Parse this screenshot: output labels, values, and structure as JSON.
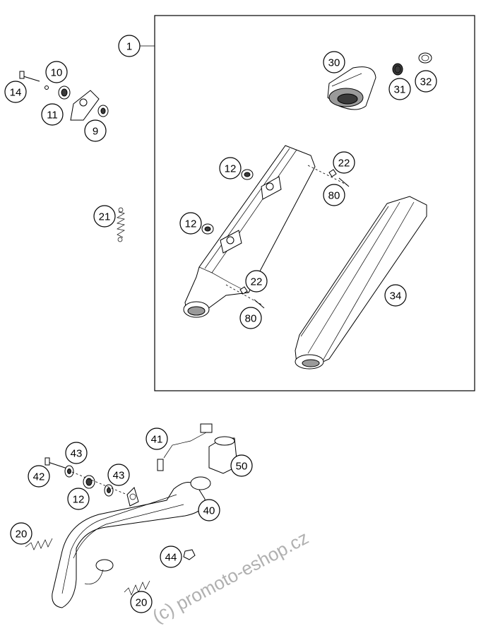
{
  "watermark": "(c) promoto-eshop.cz",
  "callouts": [
    {
      "id": "c1",
      "label": "1"
    },
    {
      "id": "c30",
      "label": "30"
    },
    {
      "id": "c31",
      "label": "31"
    },
    {
      "id": "c32",
      "label": "32"
    },
    {
      "id": "c10",
      "label": "10"
    },
    {
      "id": "c14",
      "label": "14"
    },
    {
      "id": "c11",
      "label": "11"
    },
    {
      "id": "c9",
      "label": "9"
    },
    {
      "id": "c12a",
      "label": "12"
    },
    {
      "id": "c22a",
      "label": "22"
    },
    {
      "id": "c80a",
      "label": "80"
    },
    {
      "id": "c21",
      "label": "21"
    },
    {
      "id": "c12b",
      "label": "12"
    },
    {
      "id": "c22b",
      "label": "22"
    },
    {
      "id": "c80b",
      "label": "80"
    },
    {
      "id": "c34",
      "label": "34"
    },
    {
      "id": "c41",
      "label": "41"
    },
    {
      "id": "c50",
      "label": "50"
    },
    {
      "id": "c43a",
      "label": "43"
    },
    {
      "id": "c42",
      "label": "42"
    },
    {
      "id": "c43b",
      "label": "43"
    },
    {
      "id": "c12c",
      "label": "12"
    },
    {
      "id": "c40",
      "label": "40"
    },
    {
      "id": "c20a",
      "label": "20"
    },
    {
      "id": "c44",
      "label": "44"
    },
    {
      "id": "c20b",
      "label": "20"
    }
  ]
}
